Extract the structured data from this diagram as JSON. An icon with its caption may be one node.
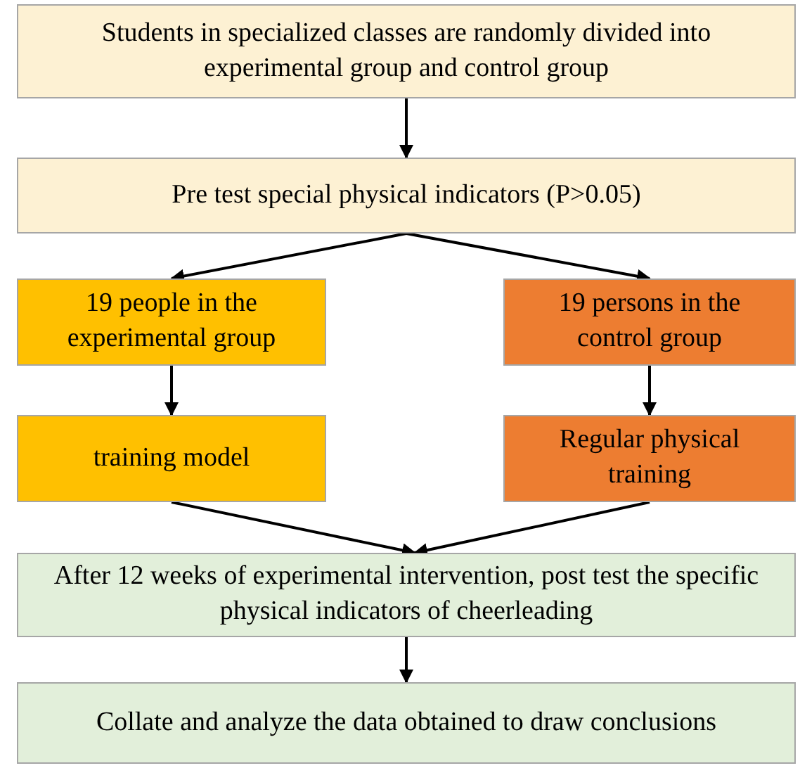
{
  "diagram": {
    "nodes": [
      {
        "text": [
          "Students in specialized classes are randomly divided into experimental group and control group"
        ]
      },
      {
        "text": [
          "Pre test special physical indicators (P>0.05)"
        ]
      },
      {
        "text": [
          "19 people in the experimental group"
        ]
      },
      {
        "text": [
          "19 persons in the control group"
        ]
      },
      {
        "text": [
          "training model"
        ]
      },
      {
        "text": [
          "Regular physical training"
        ]
      },
      {
        "text": [
          "After 12 weeks of experimental intervention, post test the specific physical indicators of cheerleading"
        ]
      },
      {
        "text": [
          "Collate and analyze the data obtained to draw conclusions"
        ]
      }
    ],
    "edges": [
      {
        "from": 0,
        "to": 1,
        "arrow": "to"
      },
      {
        "from": 1,
        "to": 2,
        "arrow": "to"
      },
      {
        "from": 1,
        "to": 3,
        "arrow": "to"
      },
      {
        "from": 2,
        "to": 4,
        "arrow": "to"
      },
      {
        "from": 3,
        "to": 5,
        "arrow": "to"
      },
      {
        "from": 4,
        "to": 6,
        "arrow": "to"
      },
      {
        "from": 5,
        "to": 6,
        "arrow": "to"
      },
      {
        "from": 6,
        "to": 7,
        "arrow": "to"
      }
    ]
  }
}
